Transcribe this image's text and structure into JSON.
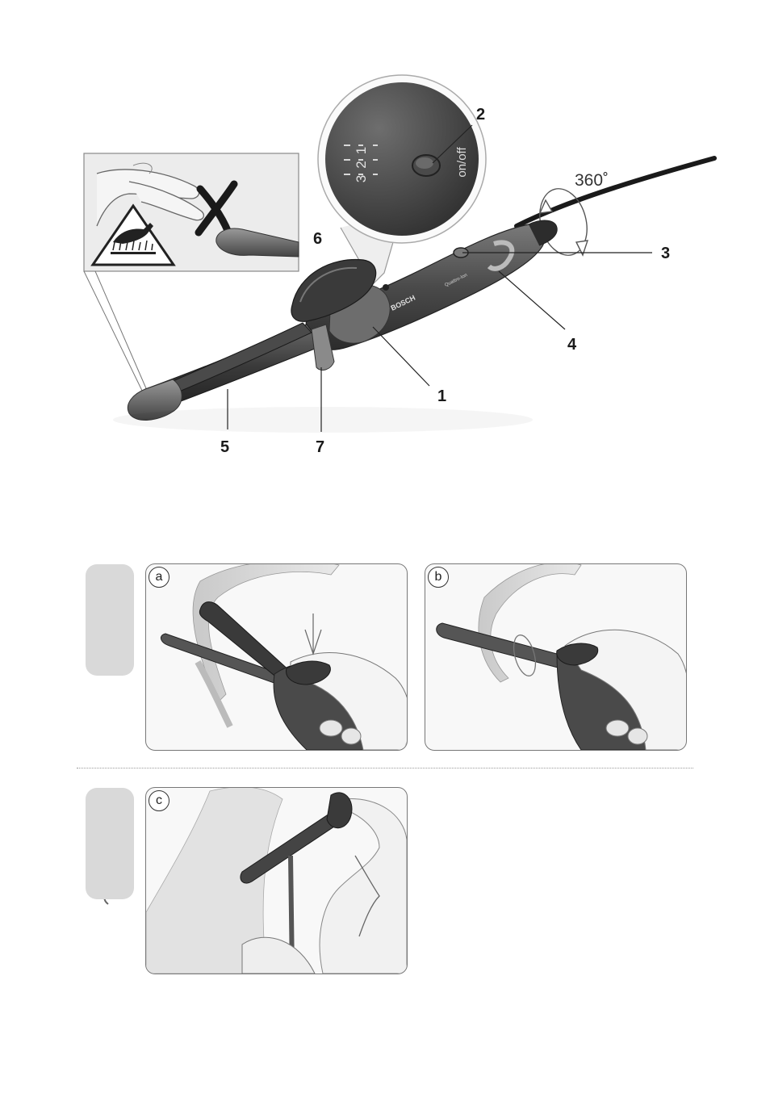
{
  "callouts": {
    "c1": "1",
    "c2": "2",
    "c3": "3",
    "c4": "4",
    "c5": "5",
    "c6": "6",
    "c7": "7"
  },
  "rotation_label": "360˚",
  "switch_scale": {
    "level3": "3",
    "level2": "2",
    "level1": "1",
    "on_off": "on/off"
  },
  "brand": {
    "name": "BOSCH",
    "model": "Quattro-Ion"
  },
  "steps": {
    "a": "a",
    "b": "b",
    "c": "c"
  },
  "colors": {
    "device_dark": "#3b3b3b",
    "device_mid": "#5a5a5a",
    "panel_bg": "#f2f2f2",
    "tab_bg": "#d9d9d9",
    "line": "#222222"
  }
}
